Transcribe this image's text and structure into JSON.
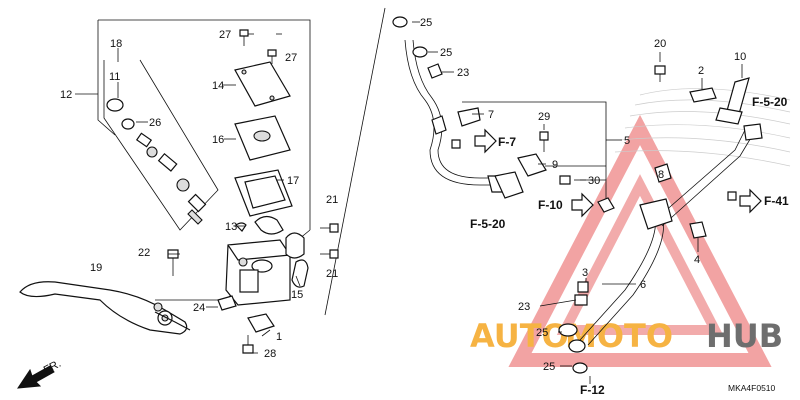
{
  "diagram": {
    "code": "MKA4F0510",
    "front_arrow": "FR.",
    "refs": {
      "f7": "F-7",
      "f520a": "F-5-20",
      "f520b": "F-5-20",
      "f10": "F-10",
      "f41": "F-41",
      "f12": "F-12"
    },
    "parts": {
      "p1": "1",
      "p2": "2",
      "p3": "3",
      "p4": "4",
      "p5": "5",
      "p6": "6",
      "p7": "7",
      "p8": "8",
      "p9": "9",
      "p10": "10",
      "p11": "11",
      "p12": "12",
      "p13": "13",
      "p14": "14",
      "p15": "15",
      "p16": "16",
      "p17": "17",
      "p18": "18",
      "p19": "19",
      "p20": "20",
      "p21a": "21",
      "p21b": "21",
      "p22": "22",
      "p23a": "23",
      "p23b": "23",
      "p24": "24",
      "p25a": "25",
      "p25b": "25",
      "p25c": "25",
      "p25d": "25",
      "p26": "26",
      "p27a": "27",
      "p27b": "27",
      "p28": "28",
      "p29": "29",
      "p30": "30"
    }
  },
  "watermark": {
    "part1": "AUTO",
    "part2": "MOTO",
    "part3": "HUB",
    "color_orange": "#f5a623",
    "color_gray": "#555555",
    "triangle_color": "#e23b3b"
  }
}
